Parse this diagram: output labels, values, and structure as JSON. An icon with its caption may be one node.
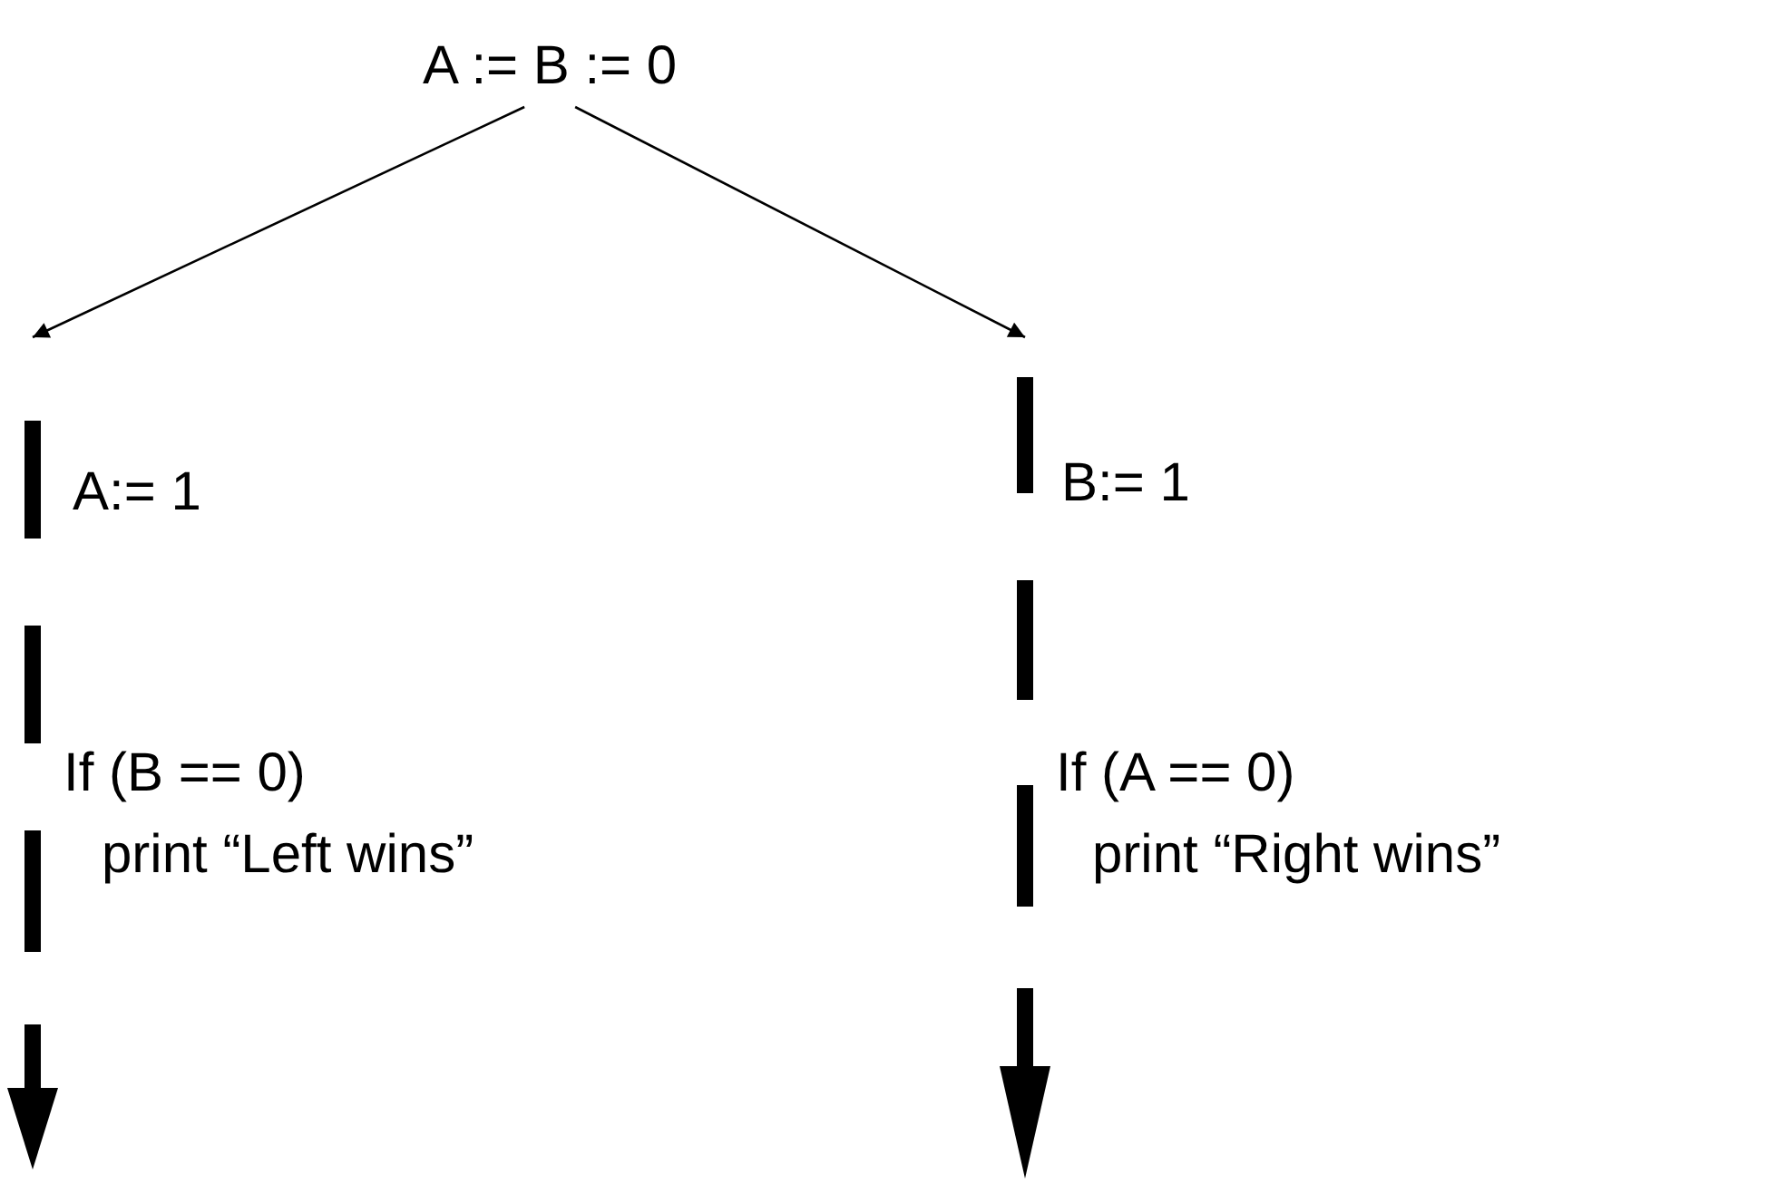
{
  "diagram": {
    "nodes": [
      {
        "text": [
          "A := B := 0"
        ]
      },
      {
        "text": [],
        "shape": "bar"
      },
      {
        "text": [],
        "shape": "bar"
      }
    ],
    "edges": [
      {
        "from": 0,
        "to": 1,
        "arrow": "to"
      },
      {
        "from": 0,
        "to": 2,
        "arrow": "to"
      }
    ],
    "labels": [
      "A:= 1",
      "If (B == 0)",
      "print “Left wins”",
      "B:= 1",
      "If (A == 0)",
      "print “Right wins”"
    ]
  }
}
